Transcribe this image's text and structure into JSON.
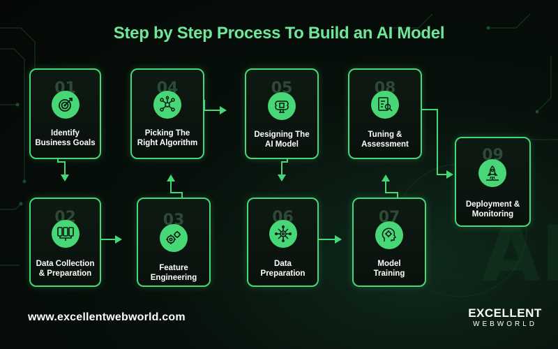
{
  "title": "Step by Step Process To Build an AI Model",
  "accent_color": "#48d777",
  "title_color": "#6ee79a",
  "steps": [
    {
      "num": "01",
      "line1": "Identify",
      "line2": "Business Goals",
      "icon": "target-icon"
    },
    {
      "num": "02",
      "line1": "Data Collection",
      "line2": "& Preparation",
      "icon": "database-icon"
    },
    {
      "num": "03",
      "line1": "Feature",
      "line2": "Engineering",
      "icon": "gears-icon"
    },
    {
      "num": "04",
      "line1": "Picking The",
      "line2": "Right Algorithm",
      "icon": "network-icon"
    },
    {
      "num": "05",
      "line1": "Designing The",
      "line2": "AI Model",
      "icon": "brain-chip-icon"
    },
    {
      "num": "06",
      "line1": "Data",
      "line2": "Preparation",
      "icon": "circuit-chip-icon"
    },
    {
      "num": "07",
      "line1": "Model",
      "line2": "Training",
      "icon": "ai-head-icon"
    },
    {
      "num": "08",
      "line1": "Tuning &",
      "line2": "Assessment",
      "icon": "checklist-search-icon"
    },
    {
      "num": "09",
      "line1": "Deployment &",
      "line2": "Monitoring",
      "icon": "rocket-icon"
    }
  ],
  "footer": {
    "url": "www.excellentwebworld.com",
    "logo_line1": "EXCELLENT",
    "logo_line2": "WEBWORLD"
  }
}
